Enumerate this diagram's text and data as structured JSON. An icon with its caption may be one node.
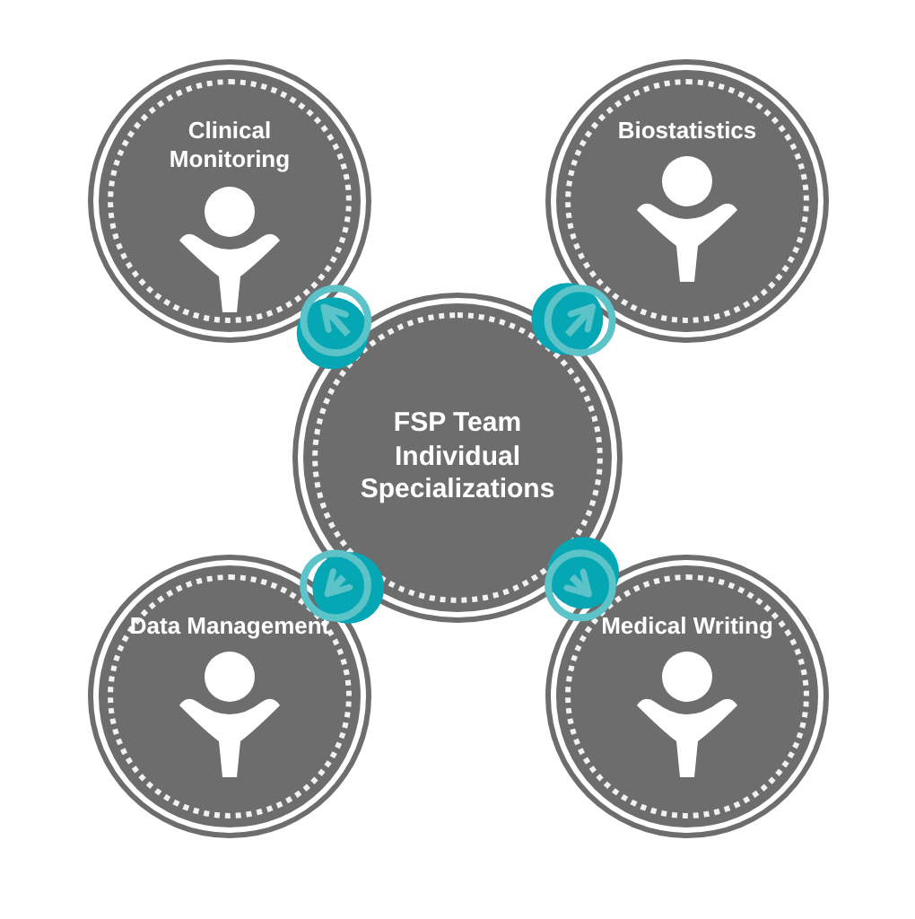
{
  "diagram": {
    "nodes": [
      {
        "text": [
          "FSP Team Individual Specializations"
        ]
      },
      {
        "text": [
          "Clinical Monitoring"
        ]
      },
      {
        "text": [
          "Biostatistics"
        ]
      },
      {
        "text": [
          "Data Management"
        ]
      },
      {
        "text": [
          "Medical Writing"
        ]
      }
    ],
    "edges": [
      {
        "from": 0,
        "to": 1,
        "arrow": "to"
      },
      {
        "from": 0,
        "to": 2,
        "arrow": "to"
      },
      {
        "from": 0,
        "to": 3,
        "arrow": "to"
      },
      {
        "from": 0,
        "to": 4,
        "arrow": "to"
      }
    ]
  }
}
